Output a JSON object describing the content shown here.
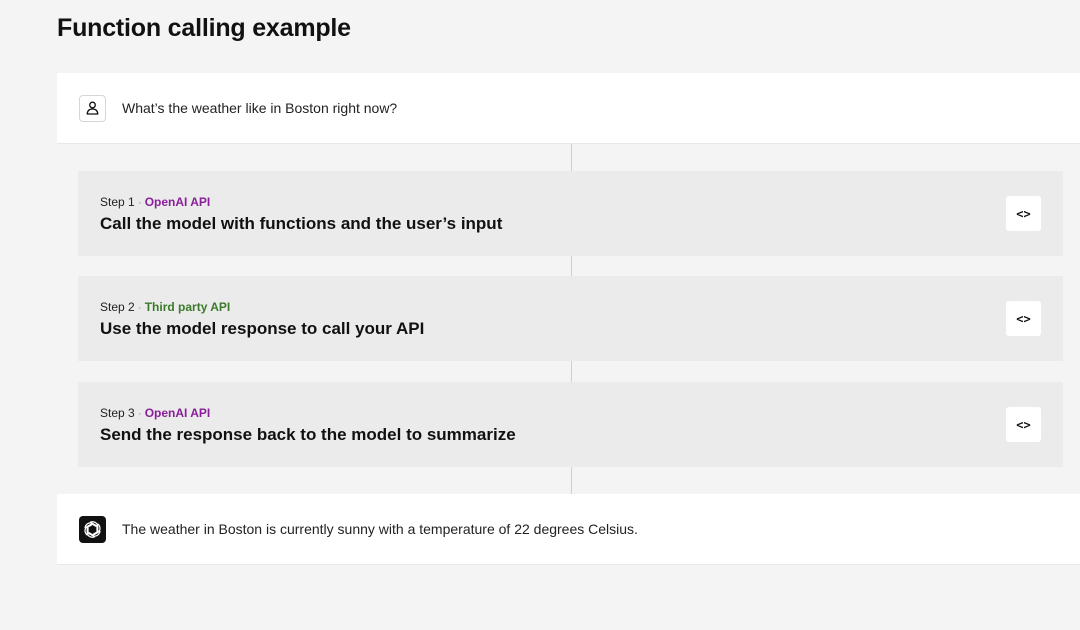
{
  "page": {
    "title": "Function calling example"
  },
  "user_message": {
    "avatar_icon": "user-icon",
    "text": "What’s the weather like in Boston right now?"
  },
  "steps": [
    {
      "step_label": "Step 1",
      "separator": "·",
      "api": "OpenAI API",
      "api_color": "#8a1f9a",
      "title": "Call the model with functions and the user’s input",
      "code_icon": "code-icon",
      "code_glyph": "<>"
    },
    {
      "step_label": "Step 2",
      "separator": "·",
      "api": "Third party API",
      "api_color": "#3b7a2a",
      "title": "Use the model response to call your API",
      "code_icon": "code-icon",
      "code_glyph": "<>"
    },
    {
      "step_label": "Step 3",
      "separator": "·",
      "api": "OpenAI API",
      "api_color": "#8a1f9a",
      "title": "Send the response back to the model to summarize",
      "code_icon": "code-icon",
      "code_glyph": "<>"
    }
  ],
  "assistant_message": {
    "avatar_icon": "openai-logo-icon",
    "text": "The weather in Boston is currently sunny with a temperature of 22 degrees Celsius."
  }
}
